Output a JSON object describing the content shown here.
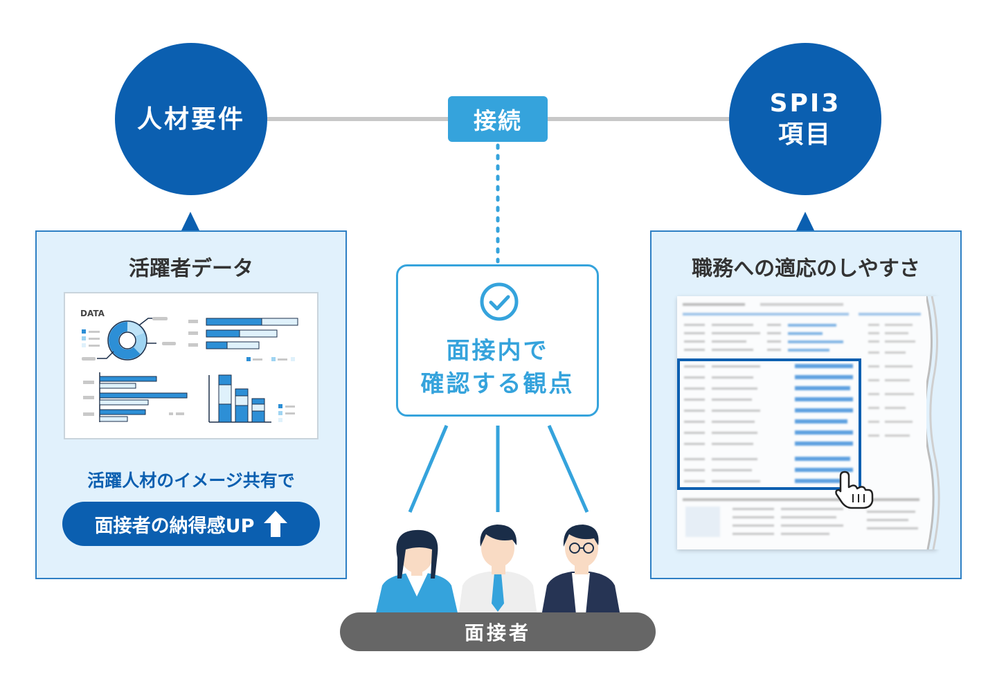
{
  "nodes": {
    "jinzai": "人材要件",
    "spi3_line1": "SPI3",
    "spi3_line2": "項目",
    "connect": "接続"
  },
  "left_panel": {
    "title": "活躍者データ",
    "card_label": "DATA",
    "share_text": "活躍人材のイメージ共有で",
    "pill_label": "面接者の納得感UP"
  },
  "center": {
    "focus_line1": "面接内で",
    "focus_line2": "確認する観点",
    "interviewer_label": "面接者"
  },
  "right_panel": {
    "title": "職務への適応のしやすさ"
  },
  "colors": {
    "navy": "#0b5fb0",
    "sky": "#35a3dc",
    "panel_bg": "#e1f1fc",
    "bar_gray": "#666666"
  },
  "icons": [
    "check-circle-icon",
    "arrow-up-icon",
    "hand-pointer-icon",
    "donut-chart-icon",
    "bar-chart-icon"
  ]
}
